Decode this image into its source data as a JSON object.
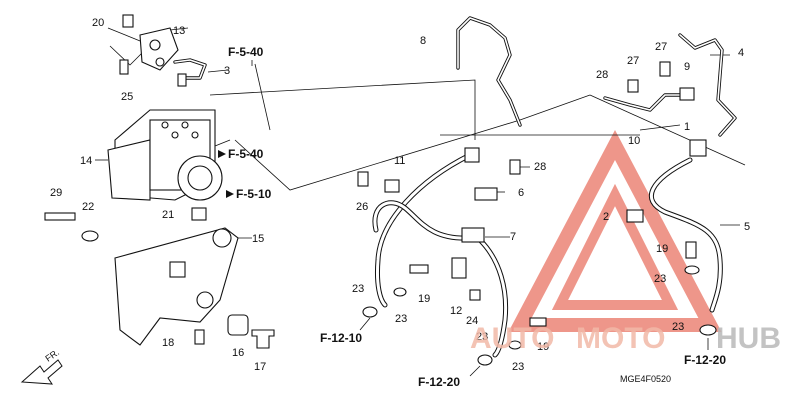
{
  "callouts": {
    "c20": "20",
    "c13": "13",
    "c3": "3",
    "c25": "25",
    "c14": "14",
    "c29": "29",
    "c22": "22",
    "c21": "21",
    "c15": "15",
    "c18": "18",
    "c16": "16",
    "c17": "17",
    "c8": "8",
    "c11": "11",
    "c26": "26",
    "c28a": "28",
    "c6": "6",
    "c7": "7",
    "c23a": "23",
    "c19a": "19",
    "c23b": "23",
    "c12": "12",
    "c24": "24",
    "c23c": "23",
    "c23d": "23",
    "c19b": "19",
    "c27a": "27",
    "c4": "4",
    "c28b": "28",
    "c27b": "27",
    "c9": "9",
    "c1": "1",
    "c10": "10",
    "c2": "2",
    "c5": "5",
    "c19c": "19",
    "c23e": "23",
    "c23f": "23"
  },
  "references": {
    "f540a": "F-5-40",
    "f540b": "F-5-40",
    "f510": "F-5-10",
    "f1210": "F-12-10",
    "f1220a": "F-12-20",
    "f1220b": "F-12-20"
  },
  "diagram_code": "MGE4F0520",
  "watermark": {
    "part1": "AUTO",
    "part2": "MOTO",
    "part3": "HUB"
  },
  "colors": {
    "watermark_red": "#e0402a",
    "watermark_gray": "#9a9a9a",
    "line": "#111111"
  }
}
